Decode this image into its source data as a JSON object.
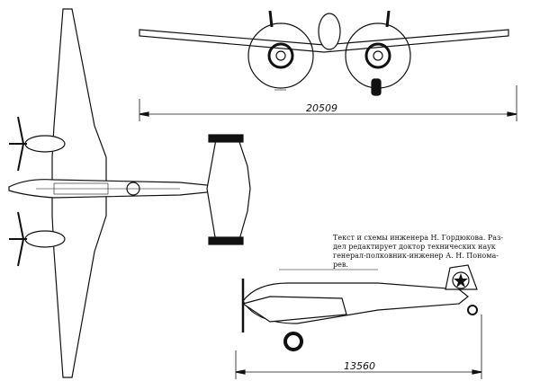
{
  "dimensions": {
    "wingspan": "20509",
    "length": "13560"
  },
  "caption": {
    "lines": [
      "Текст и схемы инженера Н. Гордюкова. Раз-",
      "дел редактирует доктор технических наук",
      "генерал-полковник-инженер А. Н. Понома-",
      "рев."
    ]
  },
  "colors": {
    "ink": "#111111",
    "paper": "#ffffff"
  }
}
